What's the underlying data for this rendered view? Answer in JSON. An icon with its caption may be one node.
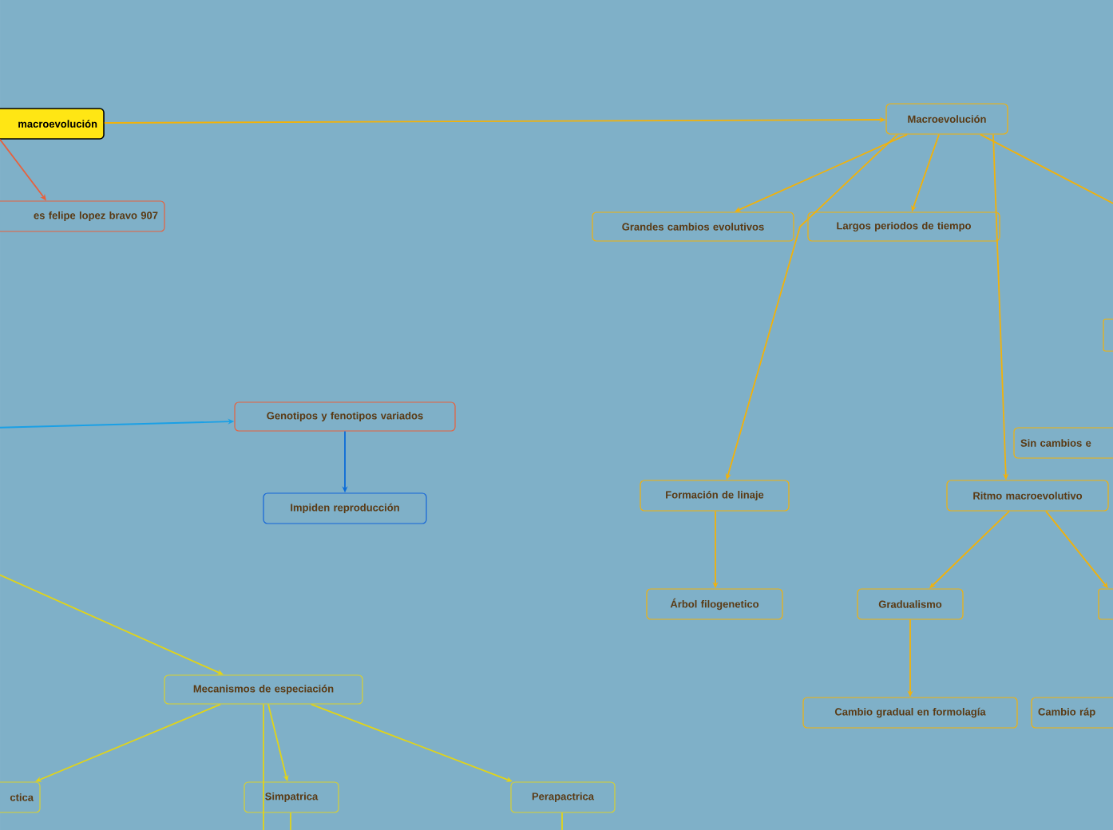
{
  "diagram": {
    "nodes": [
      {
        "text": [
          "macroevolución"
        ]
      },
      {
        "text": [
          "es felipe lopez bravo 907"
        ]
      },
      {
        "text": [
          "Macroevolución"
        ]
      },
      {
        "text": [
          "Grandes cambios evolutivos"
        ]
      },
      {
        "text": [
          "Largos periodos de tiempo"
        ]
      },
      {
        "text": [],
        "shape": "box"
      },
      {
        "text": [
          "Genotipos y fenotipos variados"
        ]
      },
      {
        "text": [
          "Sin cambios e"
        ]
      },
      {
        "text": [
          "Formación de linaje"
        ]
      },
      {
        "text": [
          "Ritmo macroevolutivo"
        ]
      },
      {
        "text": [
          "Impiden reproducción"
        ]
      },
      {
        "text": [
          "Árbol filogenetico"
        ]
      },
      {
        "text": [
          "Gradualismo"
        ]
      },
      {
        "text": [],
        "shape": "box"
      },
      {
        "text": [
          "Mecanismos de especiación"
        ]
      },
      {
        "text": [
          "Cambio gradual en formolagía"
        ]
      },
      {
        "text": [
          "Cambio ráp"
        ]
      },
      {
        "text": [
          "ctica"
        ]
      },
      {
        "text": [
          "Simpatrica"
        ]
      },
      {
        "text": [
          "Perapactrica"
        ]
      }
    ],
    "edges": [
      {
        "from": 0,
        "to": 2,
        "arrow": "to"
      },
      {
        "from": 0,
        "to": 1,
        "arrow": "to",
        "color": "#e8603c"
      },
      {
        "from": 2,
        "to": 3,
        "arrow": "to"
      },
      {
        "from": 2,
        "to": 4,
        "arrow": "to"
      },
      {
        "from": 2,
        "to": 8,
        "arrow": "to"
      },
      {
        "from": 2,
        "to": 9,
        "arrow": "to"
      },
      {
        "from": 2,
        "to": null,
        "arrow": "none"
      },
      {
        "from": null,
        "to": 6,
        "arrow": "to",
        "color": "#1aa0e6"
      },
      {
        "from": 6,
        "to": 10,
        "arrow": "to",
        "color": "#0b6bd8"
      },
      {
        "from": null,
        "to": 14,
        "arrow": "to",
        "color": "#e2d417"
      },
      {
        "from": 8,
        "to": 11,
        "arrow": "to"
      },
      {
        "from": 9,
        "to": 12,
        "arrow": "to"
      },
      {
        "from": 9,
        "to": 13,
        "arrow": "to"
      },
      {
        "from": 12,
        "to": 15,
        "arrow": "to"
      },
      {
        "from": 14,
        "to": 17,
        "arrow": "to",
        "color": "#e2d417"
      },
      {
        "from": 14,
        "to": 18,
        "arrow": "to",
        "color": "#e2d417"
      },
      {
        "from": 14,
        "to": 19,
        "arrow": "to",
        "color": "#e2d417"
      },
      {
        "from": 14,
        "to": null,
        "arrow": "none",
        "color": "#e2d417"
      },
      {
        "from": 18,
        "to": null,
        "arrow": "none",
        "color": "#e2d417"
      },
      {
        "from": 19,
        "to": null,
        "arrow": "none",
        "color": "#e2d417"
      }
    ]
  }
}
